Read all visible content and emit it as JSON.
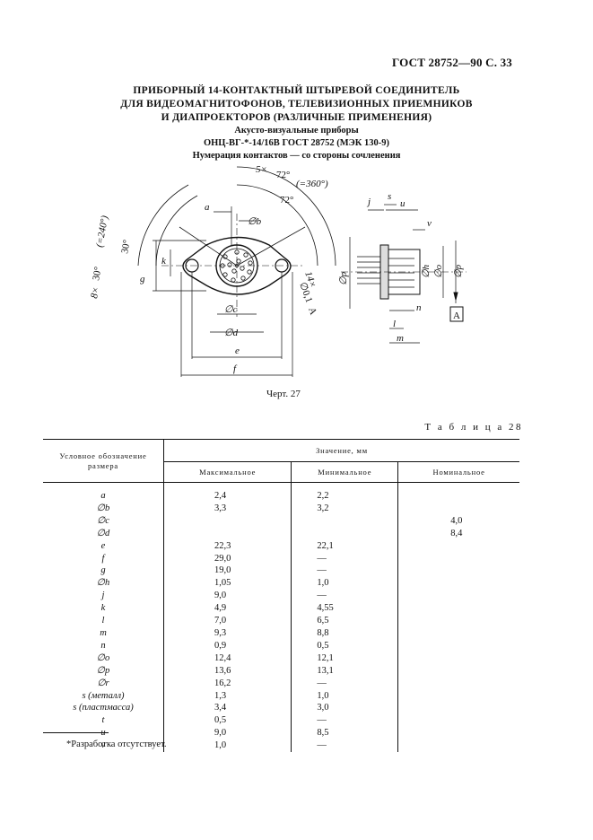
{
  "header": "ГОСТ 28752—90 С. 33",
  "title": {
    "lines": [
      "ПРИБОРНЫЙ 14-КОНТАКТНЫЙ ШТЫРЕВОЙ СОЕДИНИТЕЛЬ",
      "ДЛЯ ВИДЕОМАГНИТОФОНОВ, ТЕЛЕВИЗИОННЫХ ПРИЕМНИКОВ",
      "И ДИАПРОЕКТОРОВ (РАЗЛИЧНЫЕ ПРИМЕНЕНИЯ)"
    ],
    "sub1": "Акусто-визуальные приборы",
    "sub2": "ОНЦ-ВГ-*-14/16В ГОСТ 28752 (МЭК 130-9)",
    "sub3": "Нумерация контактов — со стороны сочленения"
  },
  "drawing": {
    "labels": {
      "a": "a",
      "b": "∅b",
      "c": "∅c",
      "d": "∅d",
      "e": "e",
      "f": "f",
      "g": "g",
      "k": "k",
      "j": "j",
      "s": "s",
      "u": "u",
      "v": "v",
      "o": "∅o",
      "p": "∅p",
      "h": "∅h",
      "p2": "∅p",
      "n": "n",
      "l": "l",
      "m": "m",
      "A": "A"
    },
    "angles": {
      "top_mult": "5×",
      "top_box": "72°",
      "top_total": "(=360°)",
      "top_box2": "72°",
      "left_mult": "8×",
      "left_box": "30°",
      "left_total": "(=240°)",
      "left_box2": "30°",
      "pins": "14×",
      "tol_a": "∅0,1",
      "tol_b": "A"
    }
  },
  "caption": "Черт. 27",
  "table_name": "Т а б л и ц а  28",
  "table": {
    "col_label": "Условное обозначение размера",
    "value_head": "Значение, мм",
    "sub_headers": [
      "Максимальное",
      "Минимальное",
      "Номинальное"
    ],
    "rows": [
      {
        "name": "a",
        "max": "2,4",
        "min": "2,2",
        "nom": ""
      },
      {
        "name": "∅b",
        "max": "3,3",
        "min": "3,2",
        "nom": ""
      },
      {
        "name": "∅c",
        "max": "",
        "min": "",
        "nom": "4,0"
      },
      {
        "name": "∅d",
        "max": "",
        "min": "",
        "nom": "8,4"
      },
      {
        "name": "e",
        "max": "22,3",
        "min": "22,1",
        "nom": ""
      },
      {
        "name": "f",
        "max": "29,0",
        "min": "—",
        "nom": ""
      },
      {
        "name": "g",
        "max": "19,0",
        "min": "—",
        "nom": ""
      },
      {
        "name": "∅h",
        "max": "1,05",
        "min": "1,0",
        "nom": ""
      },
      {
        "name": "j",
        "max": "9,0",
        "min": "—",
        "nom": ""
      },
      {
        "name": "k",
        "max": "4,9",
        "min": "4,55",
        "nom": ""
      },
      {
        "name": "l",
        "max": "7,0",
        "min": "6,5",
        "nom": ""
      },
      {
        "name": "m",
        "max": "9,3",
        "min": "8,8",
        "nom": ""
      },
      {
        "name": "n",
        "max": "0,9",
        "min": "0,5",
        "nom": ""
      },
      {
        "name": "∅o",
        "max": "12,4",
        "min": "12,1",
        "nom": ""
      },
      {
        "name": "∅p",
        "max": "13,6",
        "min": "13,1",
        "nom": ""
      },
      {
        "name": "∅r",
        "max": "16,2",
        "min": "—",
        "nom": ""
      },
      {
        "name": "s (металл)",
        "max": "1,3",
        "min": "1,0",
        "nom": ""
      },
      {
        "name": "s (пластмасса)",
        "max": "3,4",
        "min": "3,0",
        "nom": ""
      },
      {
        "name": "t",
        "max": "0,5",
        "min": "—",
        "nom": ""
      },
      {
        "name": "u",
        "max": "9,0",
        "min": "8,5",
        "nom": ""
      },
      {
        "name": "v",
        "max": "1,0",
        "min": "—",
        "nom": ""
      }
    ]
  },
  "footnote": "*Разработка отсутствует."
}
